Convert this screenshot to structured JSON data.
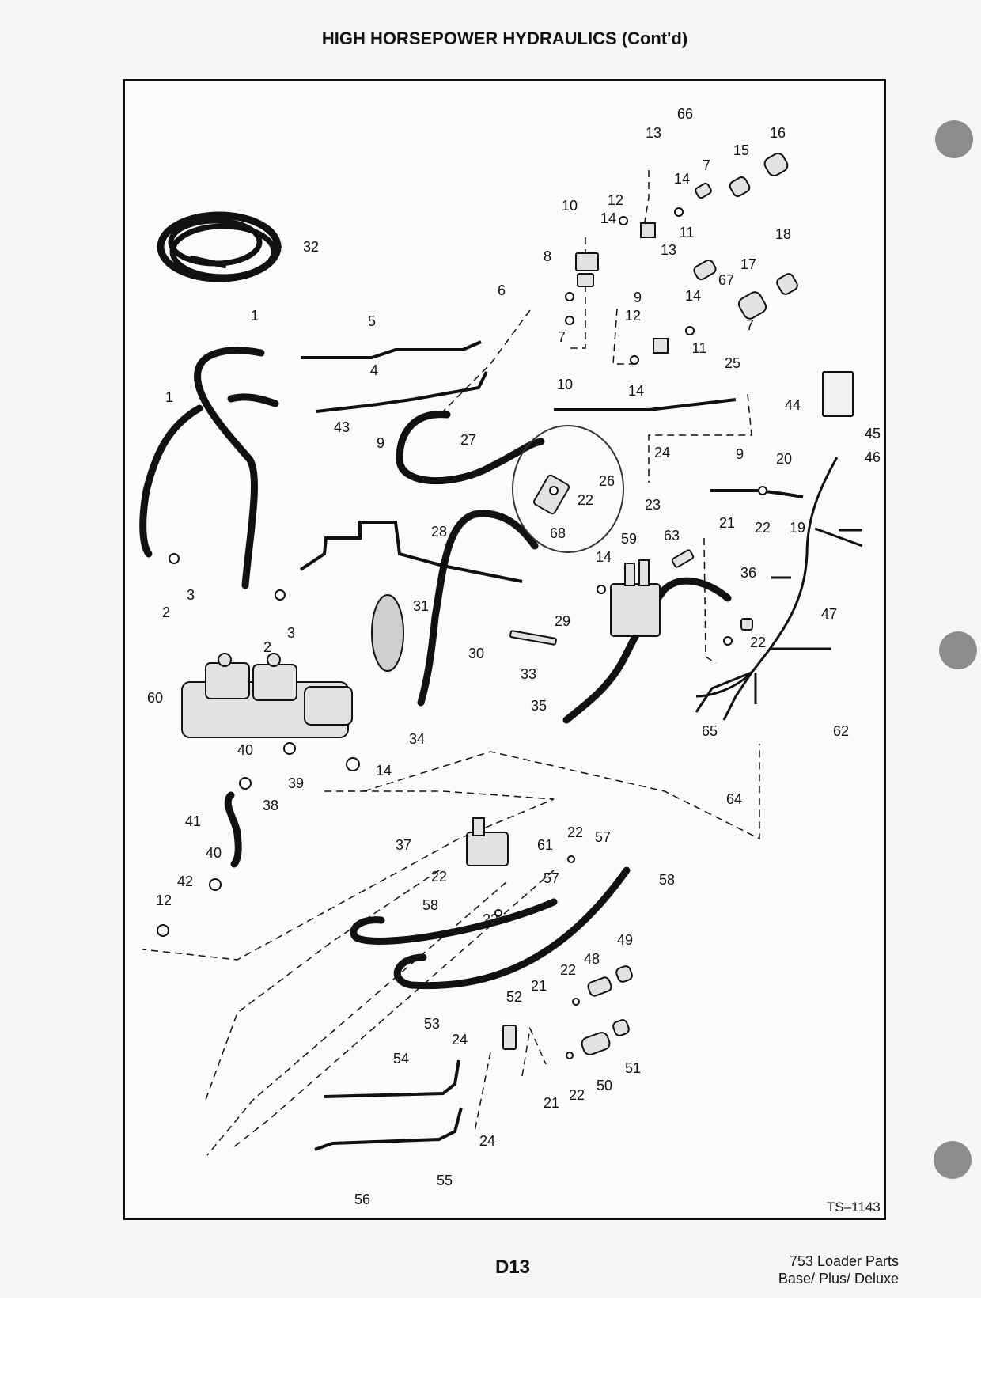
{
  "title": "HIGH HORSEPOWER HYDRAULICS (Cont'd)",
  "drawing_code": "TS–1143",
  "page_number": "D13",
  "footer": {
    "line1": "753 Loader Parts",
    "line2": "Base/ Plus/ Deluxe"
  },
  "callouts": [
    "66",
    "13",
    "16",
    "15",
    "7",
    "14",
    "12",
    "14",
    "10",
    "11",
    "32",
    "18",
    "13",
    "8",
    "17",
    "67",
    "9",
    "6",
    "14",
    "12",
    "7",
    "1",
    "5",
    "7",
    "11",
    "4",
    "25",
    "10",
    "14",
    "1",
    "44",
    "43",
    "9",
    "27",
    "45",
    "24",
    "9",
    "26",
    "20",
    "46",
    "22",
    "23",
    "21",
    "22",
    "19",
    "68",
    "28",
    "59",
    "63",
    "14",
    "36",
    "47",
    "2",
    "3",
    "2",
    "3",
    "31",
    "29",
    "22",
    "30",
    "33",
    "60",
    "35",
    "65",
    "62",
    "40",
    "34",
    "14",
    "39",
    "38",
    "64",
    "41",
    "22",
    "57",
    "37",
    "61",
    "40",
    "22",
    "58",
    "42",
    "57",
    "12",
    "58",
    "22",
    "49",
    "48",
    "22",
    "21",
    "52",
    "53",
    "24",
    "51",
    "54",
    "50",
    "22",
    "21",
    "24",
    "56",
    "55"
  ],
  "colors": {
    "ink": "#111111",
    "paper": "#fbfbfa",
    "binder_hole": "#8c8c8c"
  }
}
